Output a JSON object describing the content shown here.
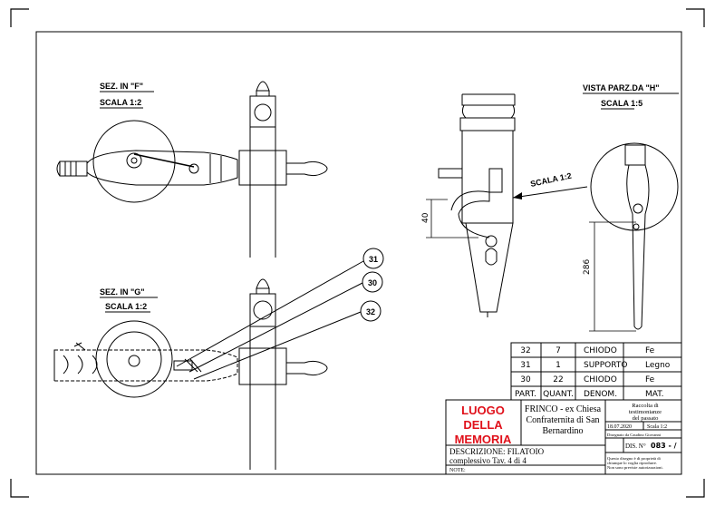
{
  "views": {
    "sez_f": {
      "title": "SEZ. IN \"F\"",
      "scale": "SCALA 1:2"
    },
    "sez_g": {
      "title": "SEZ. IN \"G\"",
      "scale": "SCALA 1:2"
    },
    "vista_h": {
      "title": "VISTA PARZ.DA \"H\"",
      "scale": "SCALA 1:5"
    },
    "detail": {
      "scale": "SCALA 1:2"
    }
  },
  "dimensions": {
    "d40": "40",
    "d286": "286"
  },
  "balloons": [
    "31",
    "30",
    "32"
  ],
  "parts_list": {
    "rows": [
      {
        "part": "32",
        "qty": "7",
        "name": "CHIODO",
        "mat": "Fe"
      },
      {
        "part": "31",
        "qty": "1",
        "name": "SUPPORTO",
        "mat": "Legno"
      },
      {
        "part": "30",
        "qty": "22",
        "name": "CHIODO",
        "mat": "Fe"
      }
    ],
    "header": {
      "part": "PART.",
      "qty": "QUANT.",
      "name": "DENOM.",
      "mat": "MAT."
    }
  },
  "title_block": {
    "logo_lines": [
      "LUOGO",
      "DELLA",
      "MEMORIA"
    ],
    "logo_color": "#e0101a",
    "subject_lines": [
      "FRINCO - ex Chiesa",
      "Confraternita di San",
      "Bernardino"
    ],
    "collection_lines": [
      "Raccolta di",
      "testimonianze",
      "del passato"
    ],
    "date": "18.07.2020",
    "scale": "Scala 1:2",
    "author": "Disegnato da Caudino Giovanni",
    "dis_label": "DIS. N°",
    "dis_value": "083 - /",
    "description_label": "DESCRIZIONE: FILATOIO",
    "description_line2": "complessivo  Tav. 4 di 4",
    "notes_label": "NOTE:",
    "disclaimer": [
      "Questo disegno è di proprietà di",
      "chiunque lo voglia riprodurre.",
      "Non sono previste autorizzazioni."
    ]
  }
}
